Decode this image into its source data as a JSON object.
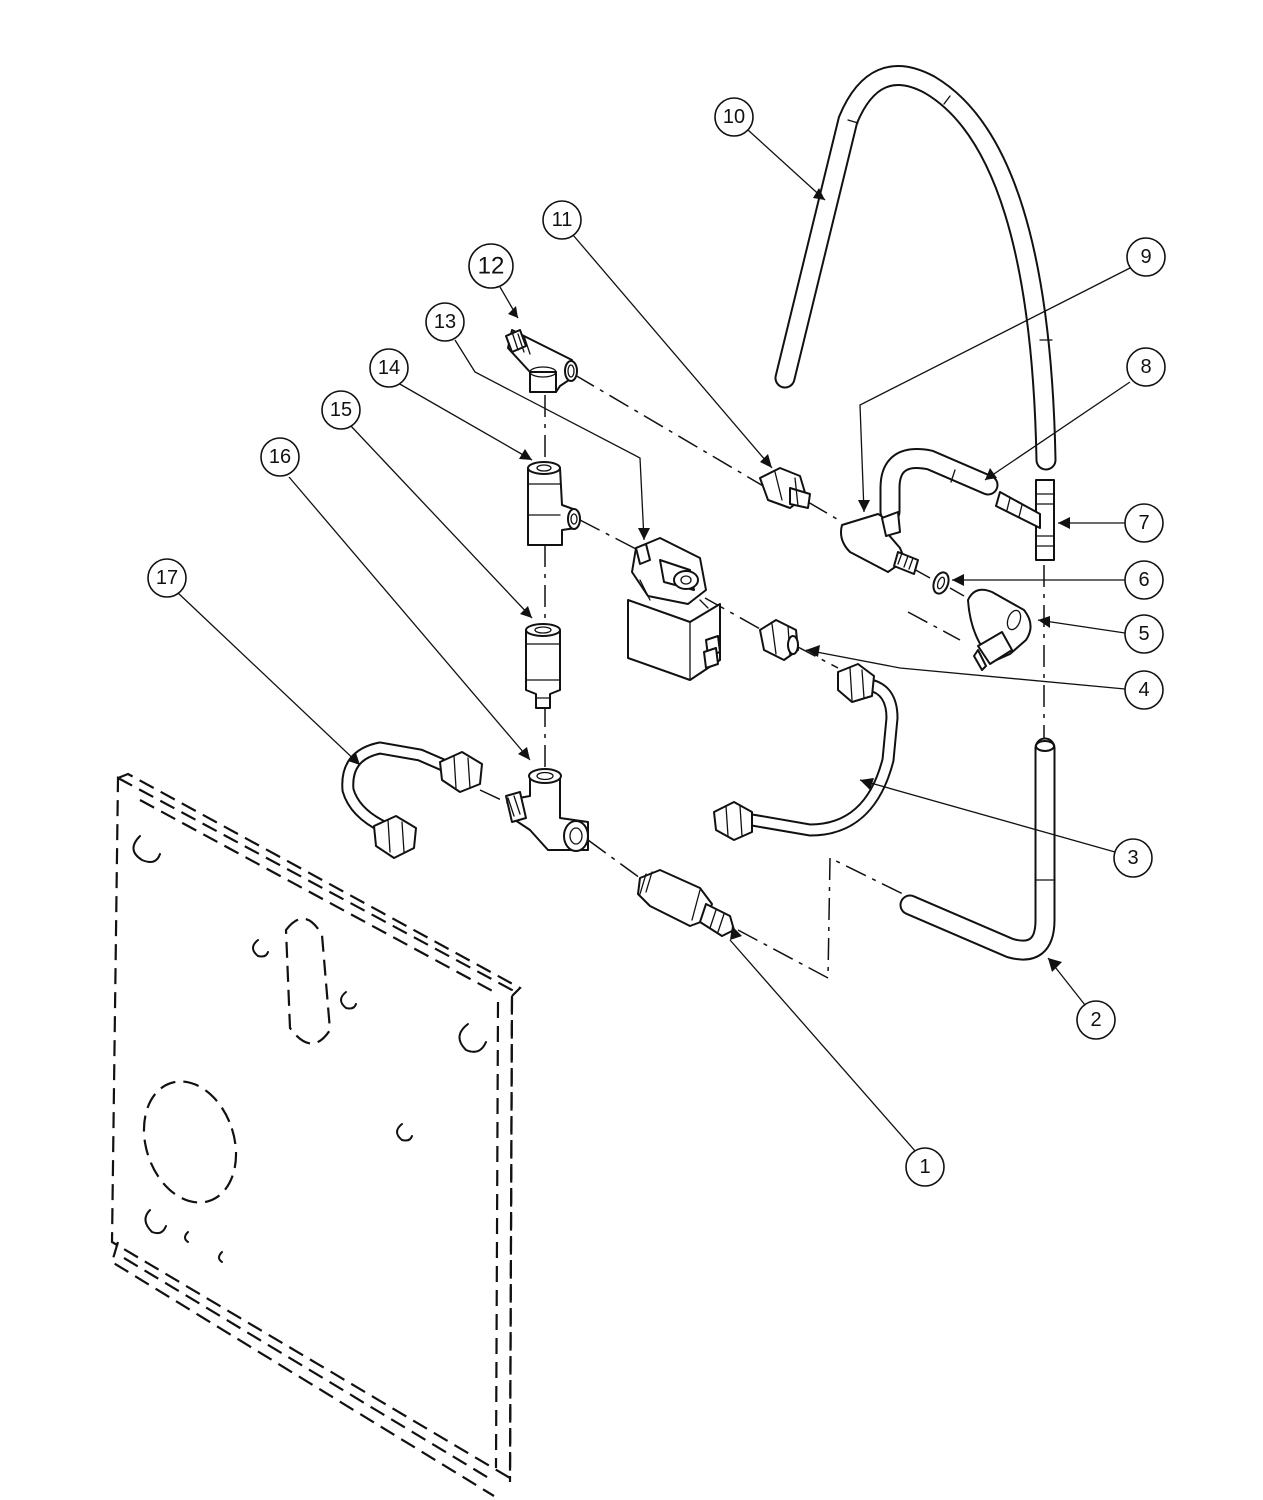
{
  "callouts": [
    {
      "id": "callout-1",
      "label": "1"
    },
    {
      "id": "callout-2",
      "label": "2"
    },
    {
      "id": "callout-3",
      "label": "3"
    },
    {
      "id": "callout-4",
      "label": "4"
    },
    {
      "id": "callout-5",
      "label": "5"
    },
    {
      "id": "callout-6",
      "label": "6"
    },
    {
      "id": "callout-7",
      "label": "7"
    },
    {
      "id": "callout-8",
      "label": "8"
    },
    {
      "id": "callout-9",
      "label": "9"
    },
    {
      "id": "callout-10",
      "label": "10"
    },
    {
      "id": "callout-11",
      "label": "11"
    },
    {
      "id": "callout-12",
      "label": "12"
    },
    {
      "id": "callout-13",
      "label": "13"
    },
    {
      "id": "callout-14",
      "label": "14"
    },
    {
      "id": "callout-15",
      "label": "15"
    },
    {
      "id": "callout-16",
      "label": "16"
    },
    {
      "id": "callout-17",
      "label": "17"
    }
  ]
}
